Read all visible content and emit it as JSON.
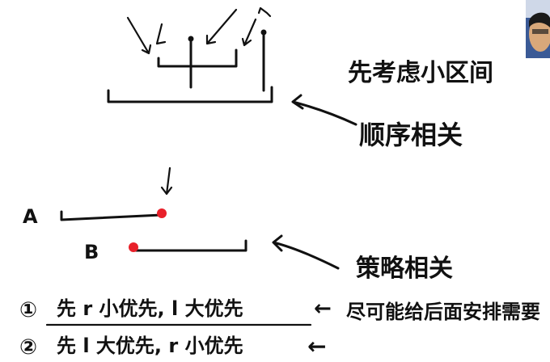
{
  "notes": {
    "top_note": "先考虑小区间",
    "order_note": "顺序相关",
    "label_a": "A",
    "label_b": "B",
    "strategy_note": "策略相关",
    "line1_marker": "①",
    "line1_text": "先 r 小优先, l 大优先",
    "line1_arrow": "←",
    "line1_reason": "尽可能给后面安排需要",
    "line2_marker": "②",
    "line2_text": "先 l 大优先, r 小优先",
    "line2_arrow": "←"
  },
  "colors": {
    "ink": "#111111",
    "endpoint_dot": "#e8202a",
    "background": "#ffffff"
  }
}
